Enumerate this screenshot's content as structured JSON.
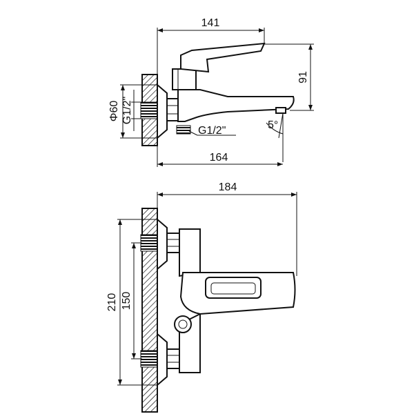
{
  "side_view": {
    "width_top": "141",
    "height_right": "91",
    "diameter": "Φ60",
    "inlet_thread": "G1/2\"",
    "outlet_thread": "G1/2\"",
    "angle": "5°",
    "width_bottom": "164"
  },
  "front_view": {
    "width_top": "184",
    "height_outer": "210",
    "height_inner": "150"
  }
}
